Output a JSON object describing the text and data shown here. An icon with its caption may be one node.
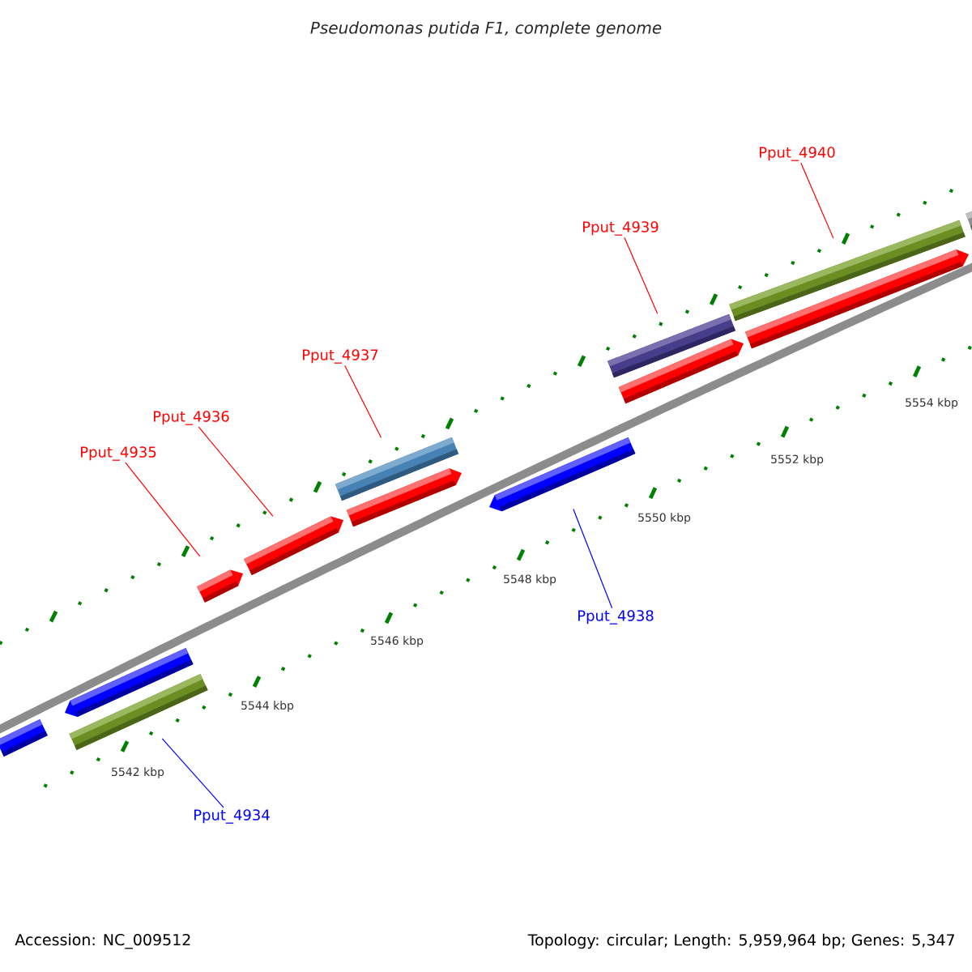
{
  "diagram": {
    "title": "Pseudomonas putida F1, complete genome",
    "nodes": [
      {
        "text": [
          "Pput_4940"
        ]
      },
      {
        "text": [
          "Pput_4939"
        ]
      },
      {
        "text": [
          "Pput_4937"
        ]
      },
      {
        "text": [
          "Pput_4936"
        ]
      },
      {
        "text": [
          "Pput_4935"
        ]
      },
      {
        "text": [
          "Pput_4938"
        ]
      },
      {
        "text": [
          "Pput_4934"
        ]
      },
      {
        "text": [],
        "shape": "bar"
      },
      {
        "text": [],
        "shape": "bar"
      },
      {
        "text": [],
        "shape": "bar"
      },
      {
        "text": [],
        "shape": "bar"
      },
      {
        "text": [],
        "shape": "bar"
      },
      {
        "text": [],
        "shape": "bar"
      },
      {
        "text": [],
        "shape": "bar"
      },
      {
        "text": [],
        "shape": "bar"
      },
      {
        "text": [],
        "shape": "bar"
      },
      {
        "text": [],
        "shape": "bar"
      },
      {
        "text": [],
        "shape": "bar"
      },
      {
        "text": [],
        "shape": "bar"
      },
      {
        "text": [],
        "shape": "bar"
      }
    ],
    "edges": [
      {
        "from": 0,
        "to": 17,
        "arrow": "none"
      },
      {
        "from": 1,
        "to": 15,
        "arrow": "none"
      },
      {
        "from": 2,
        "to": 12,
        "arrow": "none"
      },
      {
        "from": 3,
        "to": 11,
        "arrow": "none"
      },
      {
        "from": 4,
        "to": 10,
        "arrow": "none"
      },
      {
        "from": 5,
        "to": 14,
        "arrow": "none",
        "color": "#0000ff"
      },
      {
        "from": 6,
        "to": 9,
        "arrow": "none",
        "color": "#0000ff"
      }
    ],
    "labels": [
      "5554 kbp",
      "5552 kbp",
      "5550 kbp",
      "5548 kbp",
      "5546 kbp",
      "5544 kbp",
      "5542 kbp",
      "Accession: NC_009512",
      "Topology: circular; Length: 5,959,964 bp; Genes: 5,347"
    ]
  }
}
